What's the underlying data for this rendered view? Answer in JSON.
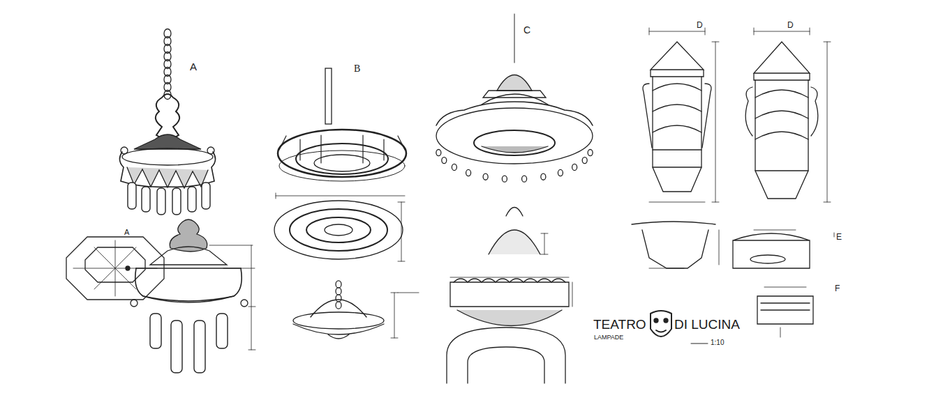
{
  "diagram": {
    "labels": [
      "A",
      "A",
      "B",
      "C",
      "D",
      "D",
      "E",
      "F",
      "TEATRO",
      "DI LUCINA",
      "LAMPADE",
      "1:10"
    ]
  }
}
